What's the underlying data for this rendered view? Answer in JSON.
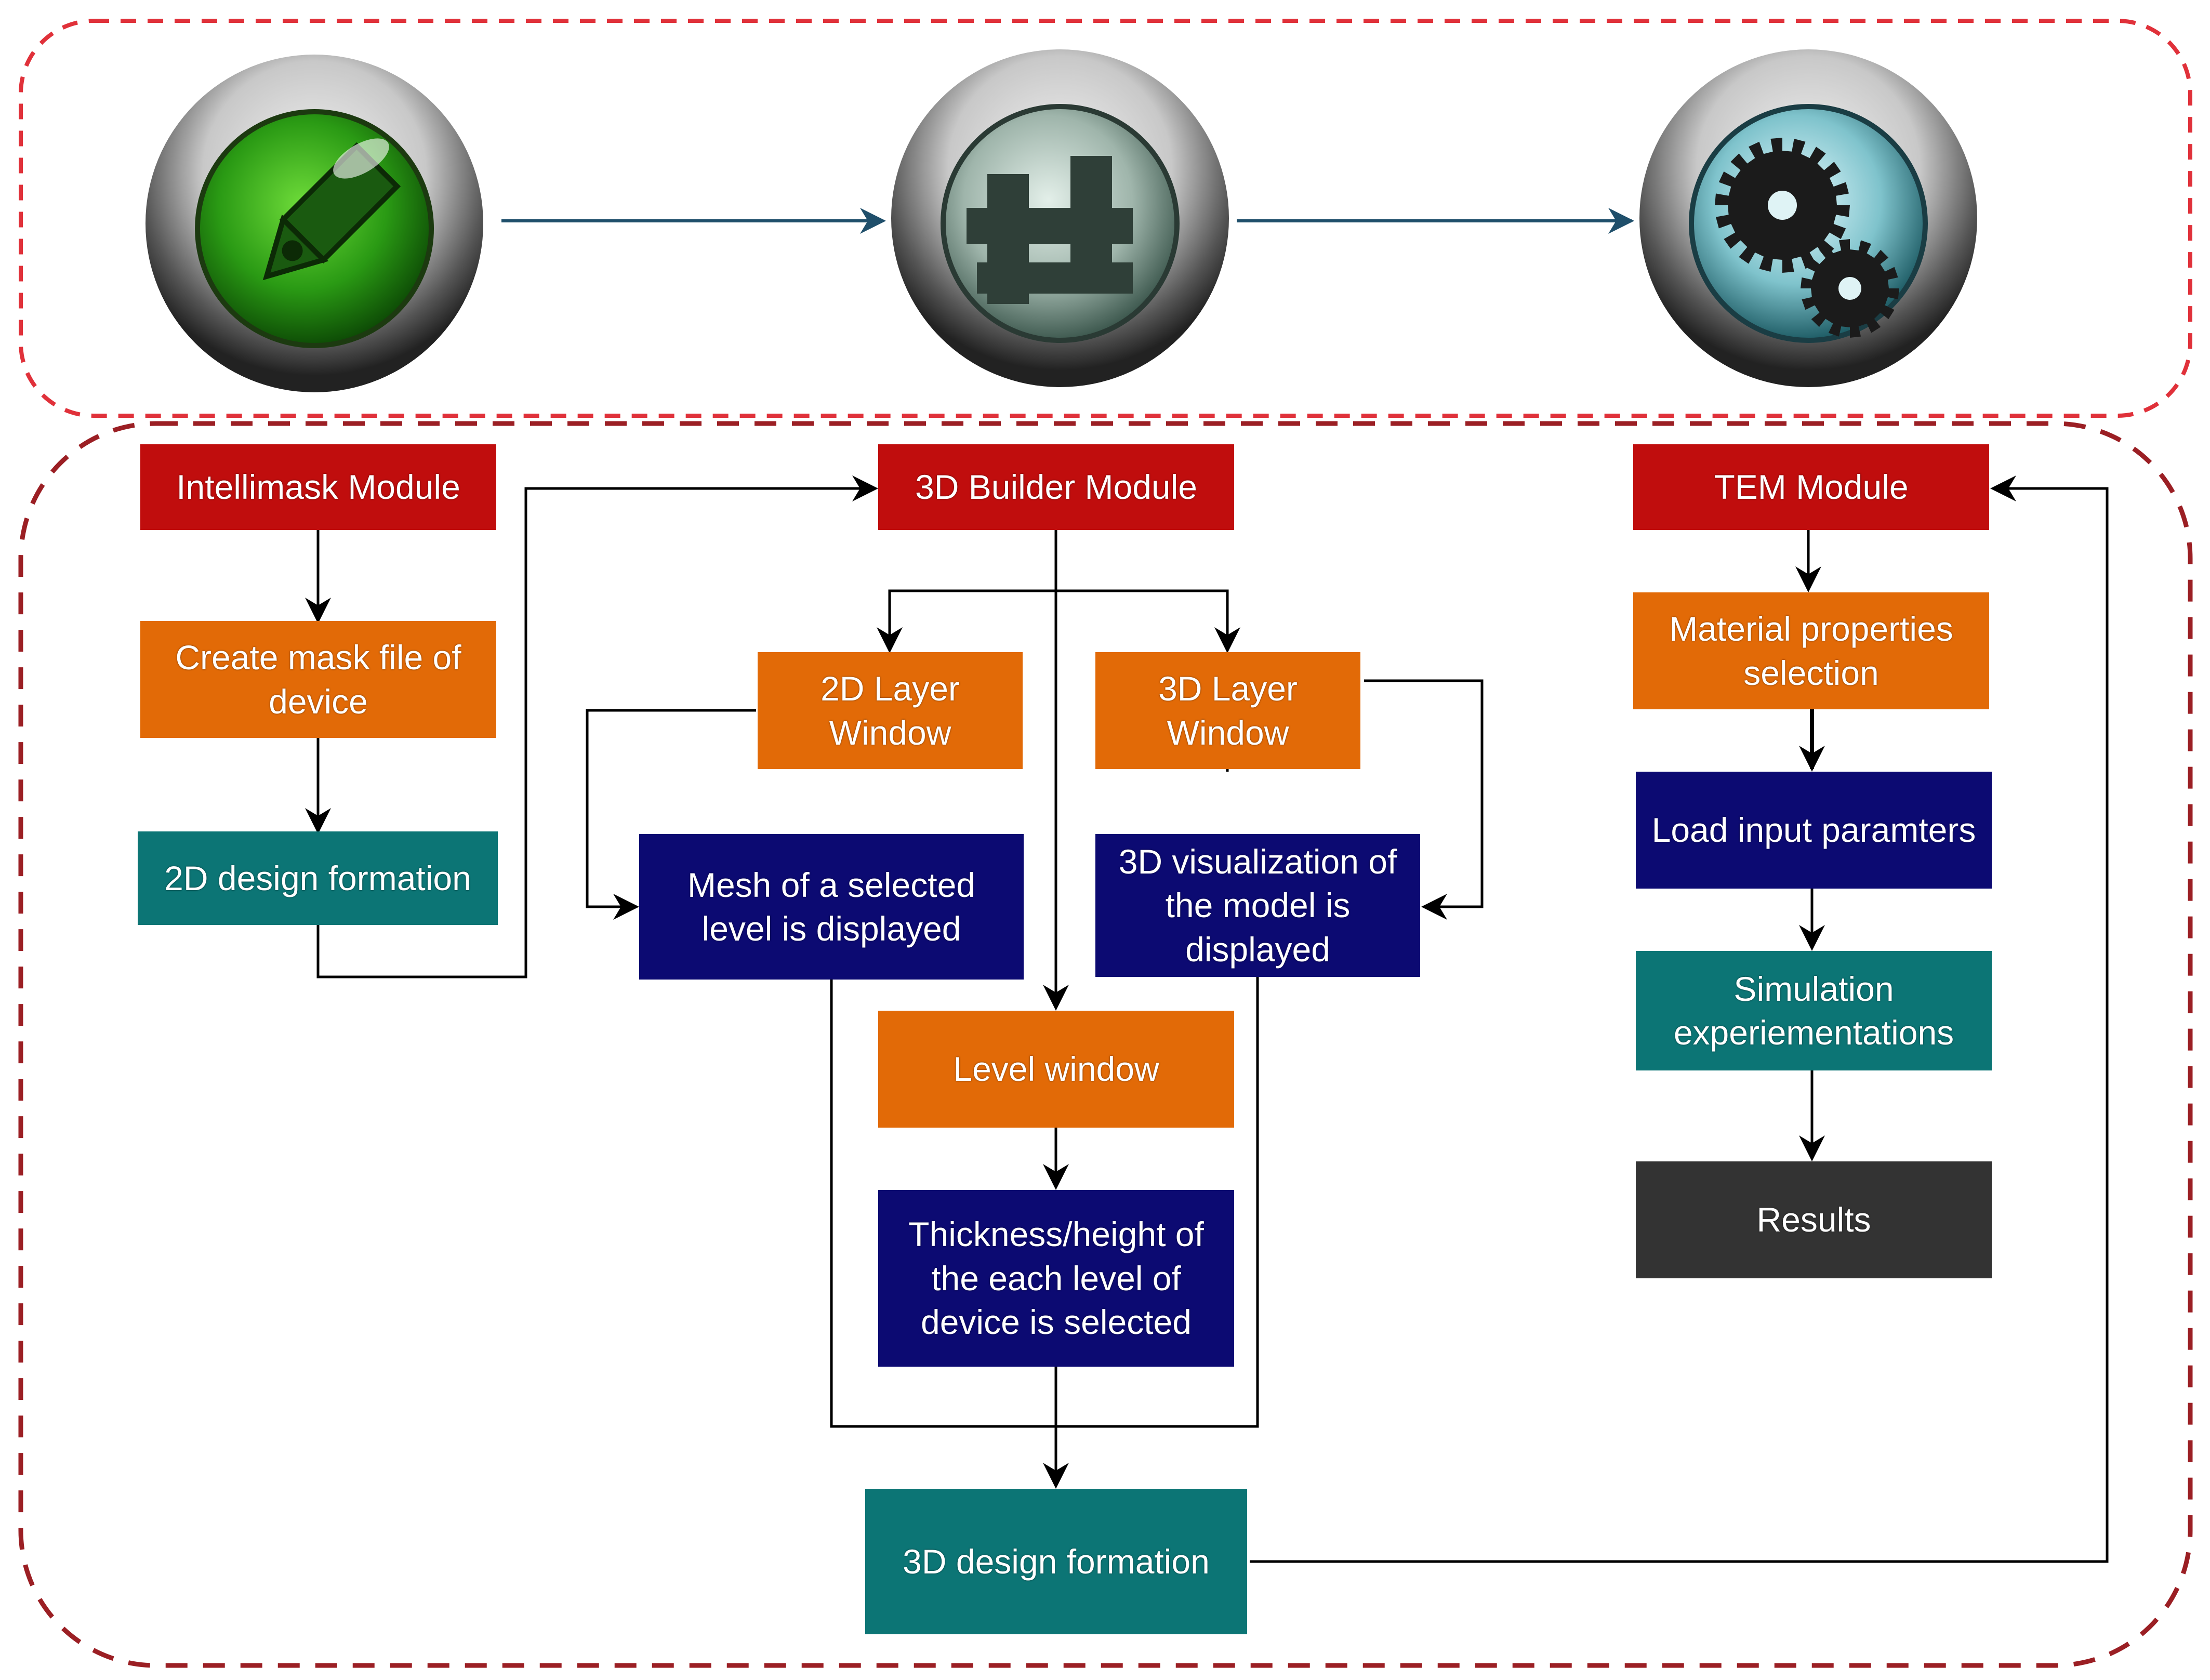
{
  "colors": {
    "red": "#c00d0d",
    "orange": "#e26a07",
    "teal": "#0c7575",
    "navy": "#0c0a72",
    "dark": "#333333",
    "top_border": "#e0313a",
    "bottom_border": "#9b1f24",
    "arrow_top": "#1f4f6b",
    "arrow": "#000000"
  },
  "icons": [
    {
      "name": "pencil-icon",
      "theme": "green"
    },
    {
      "name": "builder-blocks-icon",
      "theme": "gray-green"
    },
    {
      "name": "gears-icon",
      "theme": "cyan"
    }
  ],
  "modules": {
    "intellimask": {
      "title": "Intellimask Module",
      "step1": "Create mask file of device",
      "step2": "2D design formation"
    },
    "builder": {
      "title": "3D Builder Module",
      "layer2d": "2D Layer Window",
      "layer3d": "3D Layer Window",
      "mesh": "Mesh of a selected level is displayed",
      "visual": "3D visualization of the model is displayed",
      "level": "Level window",
      "thickness": "Thickness/height of the each level of device is selected",
      "design3d": "3D design formation"
    },
    "tem": {
      "title": "TEM Module",
      "material": "Material properties selection",
      "load": "Load input paramters",
      "simulation": "Simulation experiementations",
      "results": "Results"
    }
  }
}
